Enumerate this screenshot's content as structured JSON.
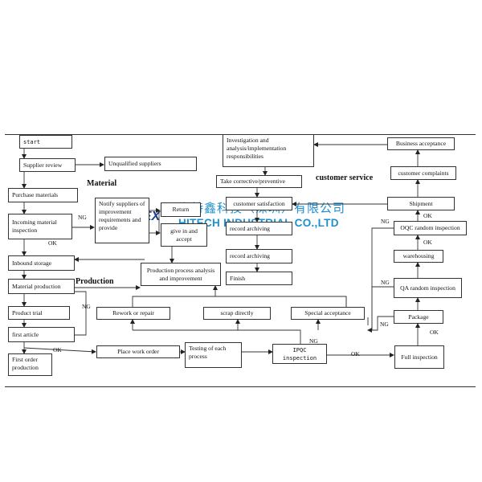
{
  "header": {
    "logo_text": "HITEX",
    "company_cn": "海特鑫科技（深圳）有限公司",
    "company_en": "HITECH INDUSTRIAL CO.,LTD"
  },
  "sections": {
    "material": "Material",
    "production": "Production",
    "customer_service": "customer service"
  },
  "boxes": {
    "start": "start",
    "supplier_review": "Supplier review",
    "unqualified_suppliers": "Unqualified suppliers",
    "purchase_materials": "Purchase materials",
    "incoming_inspection": "Incoming material inspection",
    "notify_suppliers": "Notify suppliers of improvement requirements and provide",
    "return": "Return",
    "give_in_accept": "give in and accept",
    "inbound_storage": "Inbound storage",
    "material_production": "Material production",
    "product_trial": "Product trial",
    "first_article": "first article",
    "first_order_production": "First order production",
    "production_process_analysis": "Production process analysis and improvement",
    "rework_or_repair": "Rework or repair",
    "scrap_directly": "scrap directly",
    "special_acceptance": "Special acceptance",
    "place_work_order": "Place work order",
    "testing_each_process": "Testing of each process",
    "ipqc_inspection": "IPQC inspection",
    "full_inspection": "Full inspection",
    "investigation": "Investigation and analysis/implementation responsibilities",
    "take_corrective": "Take corrective/preventive",
    "customer_satisfaction": "customer satisfaction",
    "record_archiving_1": "record archiving",
    "record_archiving_2": "record archiving",
    "finish": "Finish",
    "business_acceptance": "Business acceptance",
    "customer_complaints": "customer complaints",
    "shipment": "Shipment",
    "oqc_random_inspection": "OQC random inspection",
    "warehousing": "warehousing",
    "qa_random_inspection": "QA random inspection",
    "package": "Package"
  },
  "labels": {
    "ng_incoming": "NG",
    "ok_incoming": "OK",
    "ng_first_article": "NG",
    "ok_first_article": "OK",
    "ng_ipqc": "NG",
    "ok_ipqc": "OK",
    "ng_oqc": "NG",
    "ok_oqc": "OK",
    "ok_shipment": "OK",
    "ng_qa": "NG",
    "ng_package": "NG",
    "ok_package": "OK"
  }
}
